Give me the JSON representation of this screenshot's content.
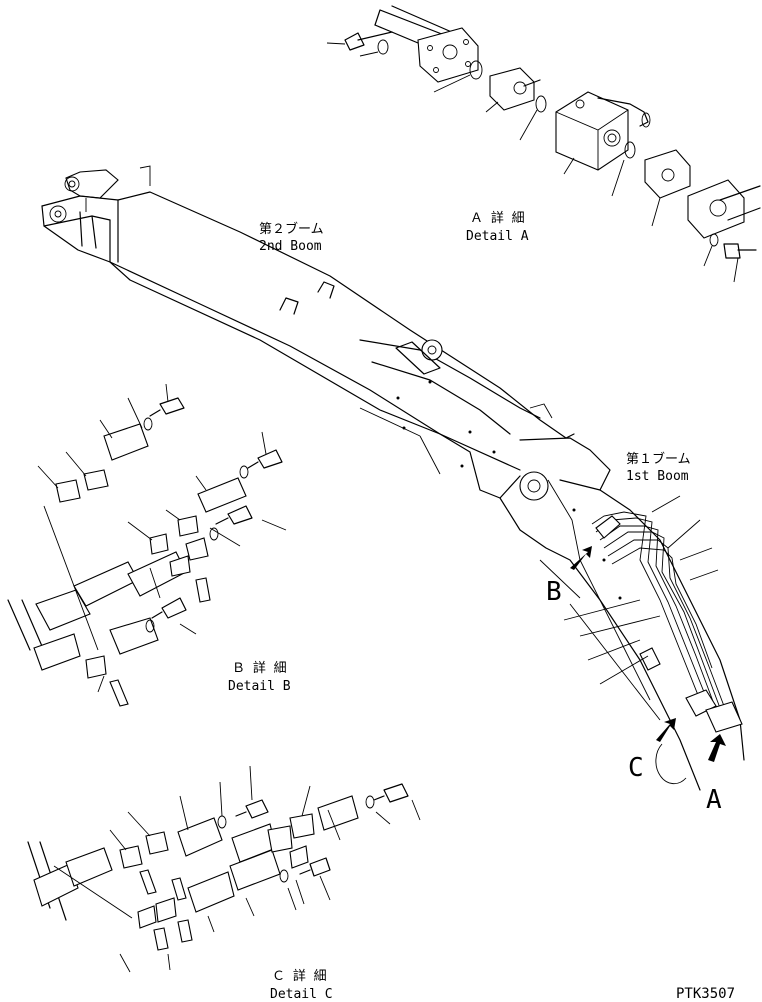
{
  "labels": {
    "second_boom_jp": "第２ブーム",
    "second_boom_en": "2nd Boom",
    "first_boom_jp": "第１ブーム",
    "first_boom_en": "1st Boom",
    "detail_a_jp": "Ａ 詳 細",
    "detail_a_en": "Detail A",
    "detail_b_jp": "Ｂ 詳 細",
    "detail_b_en": "Detail B",
    "detail_c_jp": "Ｃ 詳 細",
    "detail_c_en": "Detail C",
    "marker_a": "A",
    "marker_b": "B",
    "marker_c": "C",
    "drawing_number": "PTK3507"
  }
}
